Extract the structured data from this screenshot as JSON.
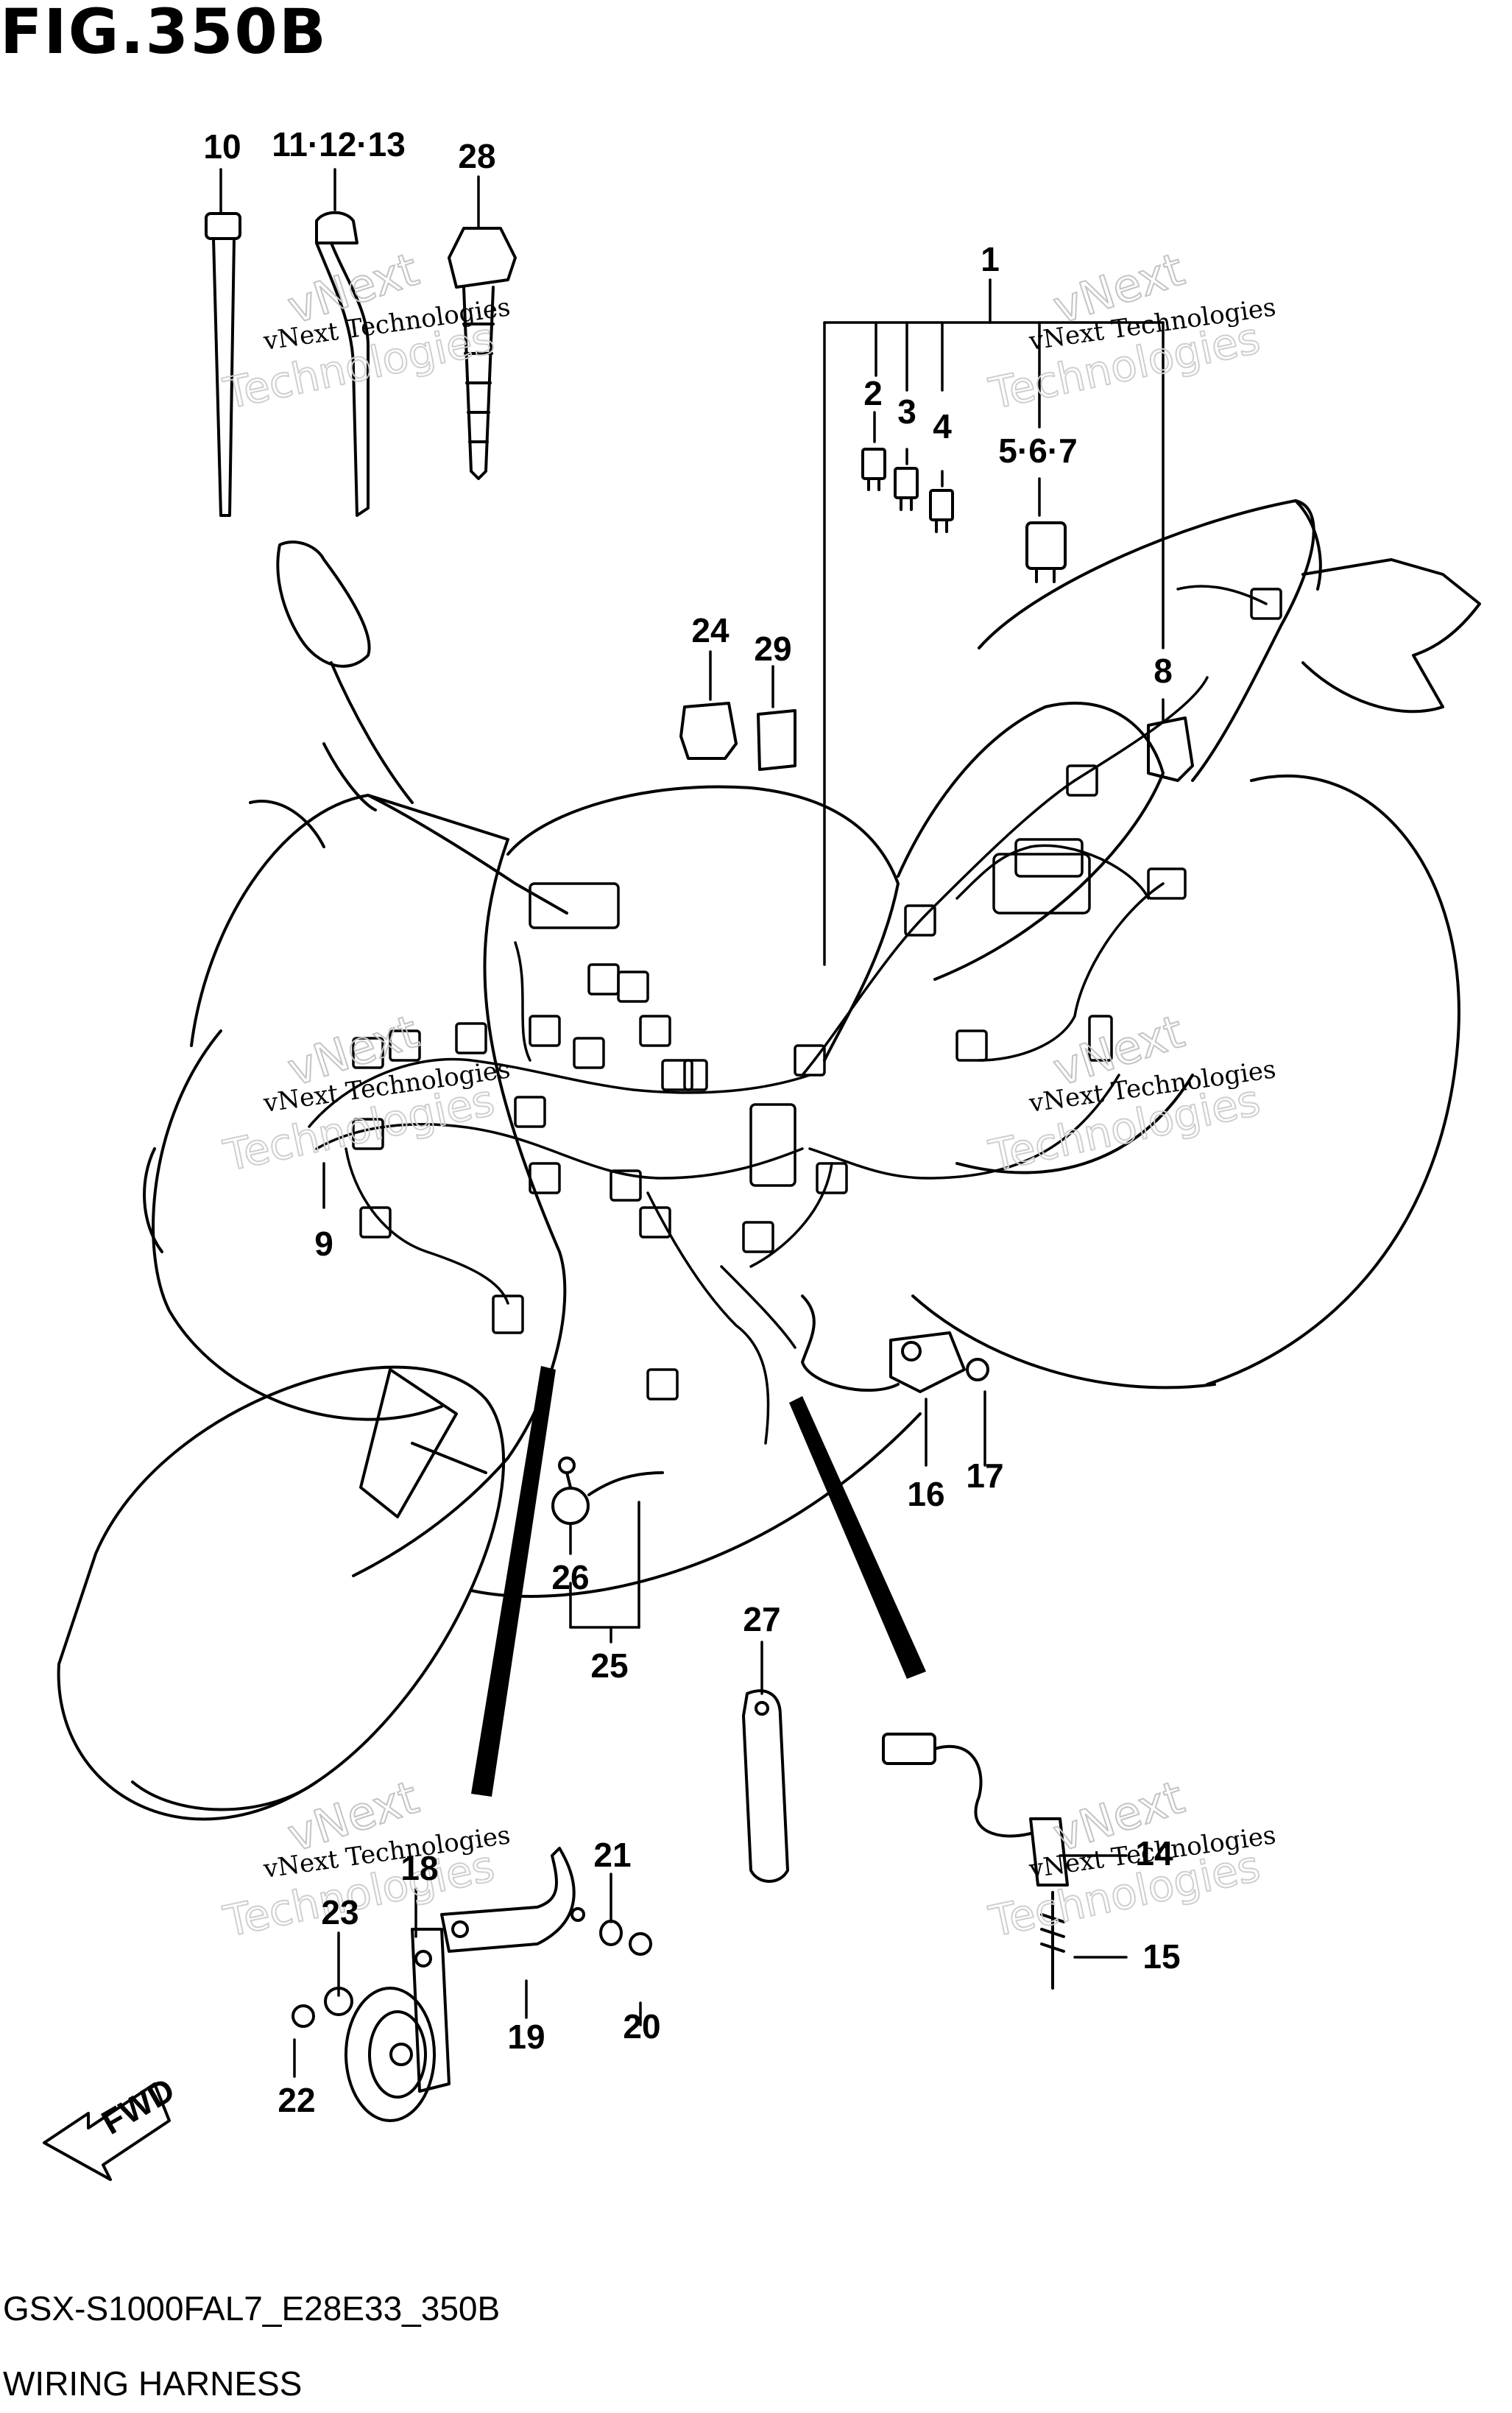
{
  "figure": {
    "title": "FIG.350B",
    "model_code": "GSX-S1000FAL7_E28E33_350B",
    "name": "WIRING HARNESS"
  },
  "callouts": {
    "c1": "1",
    "c2": "2",
    "c3": "3",
    "c4": "4",
    "c567": "5·6·7",
    "c8": "8",
    "c9": "9",
    "c10": "10",
    "c111213": "11·12·13",
    "c14": "14",
    "c15": "15",
    "c16": "16",
    "c17": "17",
    "c18": "18",
    "c19": "19",
    "c20": "20",
    "c21": "21",
    "c22": "22",
    "c23": "23",
    "c24": "24",
    "c25": "25",
    "c26": "26",
    "c27": "27",
    "c28": "28",
    "c29": "29"
  },
  "fwd_label": "FWD",
  "watermark": {
    "text": "vNext Technologies",
    "line1": "vNext",
    "line2": "Technologies"
  }
}
